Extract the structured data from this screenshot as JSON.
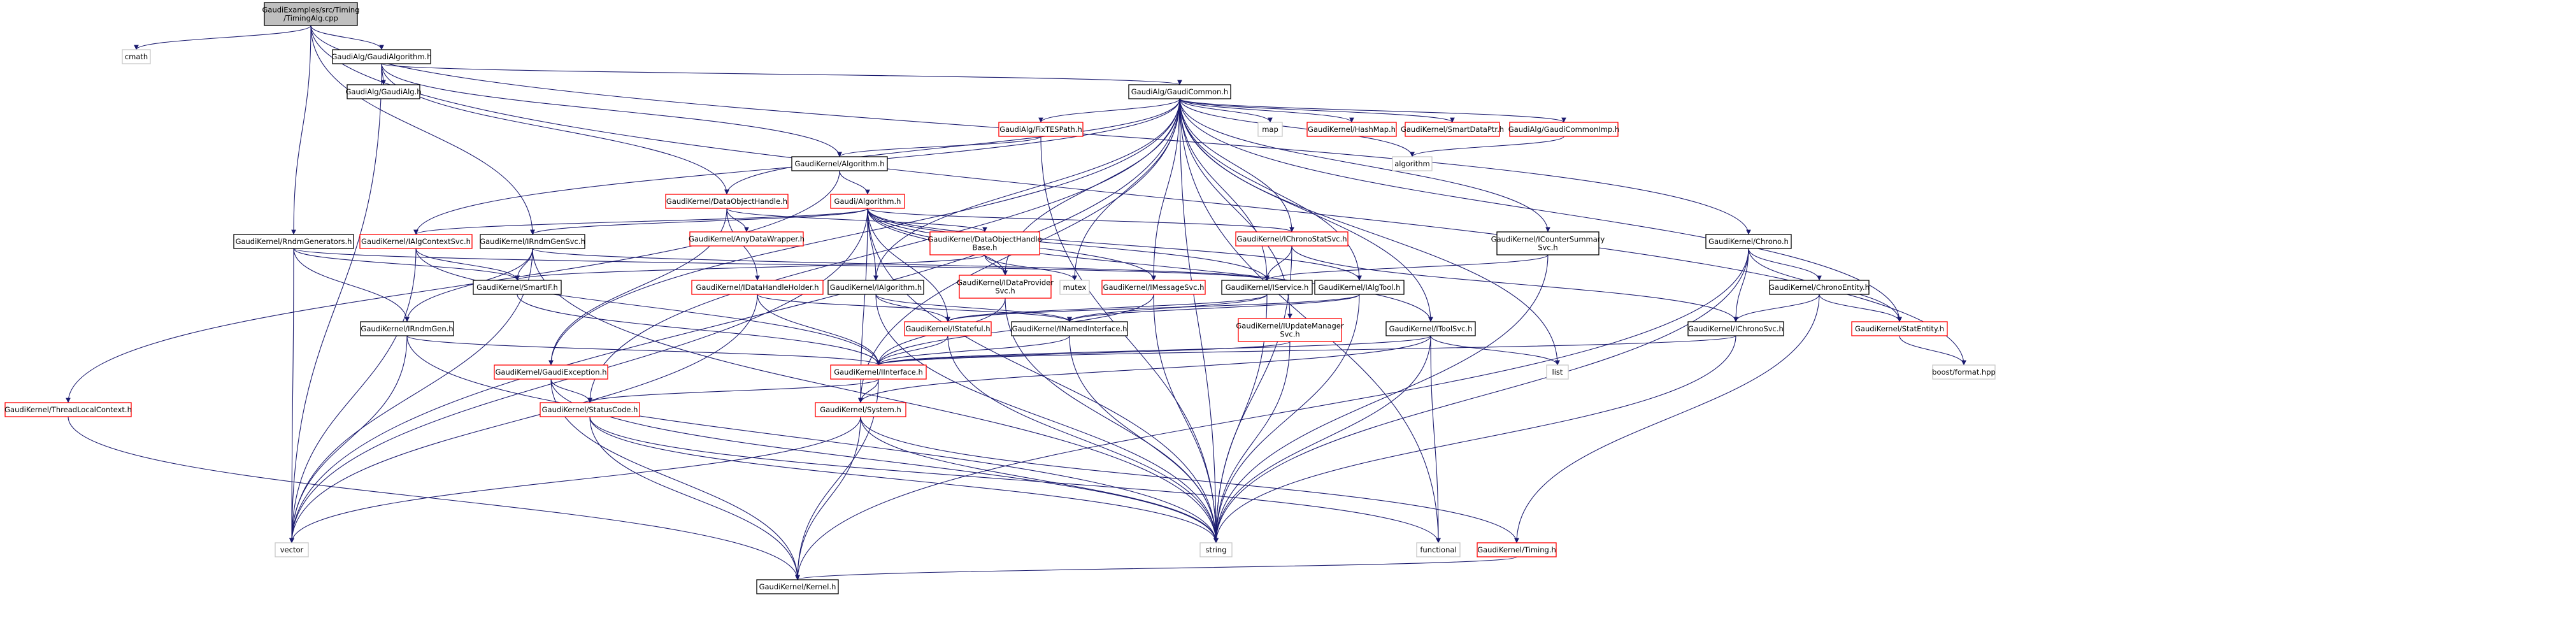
{
  "graph": {
    "colors": {
      "edge": "#1a1a6e",
      "border_default": "#000000",
      "border_missing": "#c8c8c8",
      "border_truncated": "#ff0000",
      "root_fill": "#bfbfbf"
    },
    "nodes": [
      {
        "id": "root",
        "lines": [
          "GaudiExamples/src/Timing",
          "/TimingAlg.cpp"
        ],
        "style": "root"
      },
      {
        "id": "cmath",
        "lines": [
          "cmath"
        ],
        "style": "missing"
      },
      {
        "id": "gaudialgorithm",
        "lines": [
          "GaudiAlg/GaudiAlgorithm.h"
        ],
        "style": "normal"
      },
      {
        "id": "gaudialg",
        "lines": [
          "GaudiAlg/GaudiAlg.h"
        ],
        "style": "normal"
      },
      {
        "id": "gaudicommon",
        "lines": [
          "GaudiAlg/GaudiCommon.h"
        ],
        "style": "normal"
      },
      {
        "id": "map",
        "lines": [
          "map"
        ],
        "style": "missing"
      },
      {
        "id": "hashmap",
        "lines": [
          "GaudiKernel/HashMap.h"
        ],
        "style": "truncated"
      },
      {
        "id": "smartdataptr",
        "lines": [
          "GaudiKernel/SmartDataPtr.h"
        ],
        "style": "truncated"
      },
      {
        "id": "gaudicommonimp",
        "lines": [
          "GaudiAlg/GaudiCommonImp.h"
        ],
        "style": "truncated"
      },
      {
        "id": "fixtespath",
        "lines": [
          "GaudiAlg/FixTESPath.h"
        ],
        "style": "truncated"
      },
      {
        "id": "algorithm_h",
        "lines": [
          "GaudiKernel/Algorithm.h"
        ],
        "style": "normal"
      },
      {
        "id": "algorithm_std",
        "lines": [
          "algorithm"
        ],
        "style": "missing"
      },
      {
        "id": "dataobjecthandle",
        "lines": [
          "GaudiKernel/DataObjectHandle.h"
        ],
        "style": "truncated"
      },
      {
        "id": "anydatawrapper",
        "lines": [
          "GaudiKernel/AnyDataWrapper.h"
        ],
        "style": "truncated"
      },
      {
        "id": "gaudi_algorithm",
        "lines": [
          "Gaudi/Algorithm.h"
        ],
        "style": "truncated"
      },
      {
        "id": "dataobjecthandlebase",
        "lines": [
          "GaudiKernel/DataObjectHandle",
          "Base.h"
        ],
        "style": "truncated"
      },
      {
        "id": "ichronostatsvc",
        "lines": [
          "GaudiKernel/IChronoStatSvc.h"
        ],
        "style": "truncated"
      },
      {
        "id": "icountersummarysvc",
        "lines": [
          "GaudiKernel/ICounterSummary",
          "Svc.h"
        ],
        "style": "normal"
      },
      {
        "id": "rndmgenerators",
        "lines": [
          "GaudiKernel/RndmGenerators.h"
        ],
        "style": "normal"
      },
      {
        "id": "ialgcontextsvc",
        "lines": [
          "GaudiKernel/IAlgContextSvc.h"
        ],
        "style": "truncated"
      },
      {
        "id": "irndmgensvc",
        "lines": [
          "GaudiKernel/IRndmGenSvc.h"
        ],
        "style": "normal"
      },
      {
        "id": "idataprovidersvc",
        "lines": [
          "GaudiKernel/IDataProvider",
          "Svc.h"
        ],
        "style": "truncated"
      },
      {
        "id": "mutex",
        "lines": [
          "mutex"
        ],
        "style": "missing"
      },
      {
        "id": "imessagesvc",
        "lines": [
          "GaudiKernel/IMessageSvc.h"
        ],
        "style": "truncated"
      },
      {
        "id": "iservice",
        "lines": [
          "GaudiKernel/IService.h"
        ],
        "style": "normal"
      },
      {
        "id": "ialgtool",
        "lines": [
          "GaudiKernel/IAlgTool.h"
        ],
        "style": "normal"
      },
      {
        "id": "smartif",
        "lines": [
          "GaudiKernel/SmartIF.h"
        ],
        "style": "normal"
      },
      {
        "id": "idatahandleholder",
        "lines": [
          "GaudiKernel/IDataHandleHolder.h"
        ],
        "style": "truncated"
      },
      {
        "id": "ialgorithm",
        "lines": [
          "GaudiKernel/IAlgorithm.h"
        ],
        "style": "normal"
      },
      {
        "id": "istateful",
        "lines": [
          "GaudiKernel/IStateful.h"
        ],
        "style": "truncated"
      },
      {
        "id": "inamedinterface",
        "lines": [
          "GaudiKernel/INamedInterface.h"
        ],
        "style": "normal"
      },
      {
        "id": "iupdatemanagersvc",
        "lines": [
          "GaudiKernel/IUpdateManager",
          "Svc.h"
        ],
        "style": "truncated"
      },
      {
        "id": "itoolsvc",
        "lines": [
          "GaudiKernel/IToolSvc.h"
        ],
        "style": "normal"
      },
      {
        "id": "irndmgen",
        "lines": [
          "GaudiKernel/IRndmGen.h"
        ],
        "style": "normal"
      },
      {
        "id": "chrono",
        "lines": [
          "GaudiKernel/Chrono.h"
        ],
        "style": "normal"
      },
      {
        "id": "chronoentity",
        "lines": [
          "GaudiKernel/ChronoEntity.h"
        ],
        "style": "normal"
      },
      {
        "id": "ichronosvc",
        "lines": [
          "GaudiKernel/IChronoSvc.h"
        ],
        "style": "normal"
      },
      {
        "id": "statentity",
        "lines": [
          "GaudiKernel/StatEntity.h"
        ],
        "style": "truncated"
      },
      {
        "id": "boostformat",
        "lines": [
          "boost/format.hpp"
        ],
        "style": "missing"
      },
      {
        "id": "list",
        "lines": [
          "list"
        ],
        "style": "missing"
      },
      {
        "id": "gaudiexception",
        "lines": [
          "GaudiKernel/GaudiException.h"
        ],
        "style": "truncated"
      },
      {
        "id": "iinterface",
        "lines": [
          "GaudiKernel/IInterface.h"
        ],
        "style": "truncated"
      },
      {
        "id": "threadlocalcontext",
        "lines": [
          "GaudiKernel/ThreadLocalContext.h"
        ],
        "style": "truncated"
      },
      {
        "id": "statuscode",
        "lines": [
          "GaudiKernel/StatusCode.h"
        ],
        "style": "truncated"
      },
      {
        "id": "system",
        "lines": [
          "GaudiKernel/System.h"
        ],
        "style": "truncated"
      },
      {
        "id": "vector",
        "lines": [
          "vector"
        ],
        "style": "missing"
      },
      {
        "id": "string",
        "lines": [
          "string"
        ],
        "style": "missing"
      },
      {
        "id": "functional",
        "lines": [
          "functional"
        ],
        "style": "missing"
      },
      {
        "id": "timing",
        "lines": [
          "GaudiKernel/Timing.h"
        ],
        "style": "truncated"
      },
      {
        "id": "kernel",
        "lines": [
          "GaudiKernel/Kernel.h"
        ],
        "style": "normal"
      }
    ],
    "edges": [
      [
        "root",
        "cmath"
      ],
      [
        "root",
        "gaudialgorithm"
      ],
      [
        "root",
        "rndmgenerators"
      ],
      [
        "root",
        "irndmgensvc"
      ],
      [
        "root",
        "chrono"
      ],
      [
        "root",
        "boostformat"
      ],
      [
        "gaudialgorithm",
        "gaudialg"
      ],
      [
        "gaudialgorithm",
        "gaudicommon"
      ],
      [
        "gaudialgorithm",
        "algorithm_h"
      ],
      [
        "gaudialgorithm",
        "dataobjecthandle"
      ],
      [
        "gaudialgorithm",
        "vector"
      ],
      [
        "gaudicommon",
        "map"
      ],
      [
        "gaudicommon",
        "hashmap"
      ],
      [
        "gaudicommon",
        "smartdataptr"
      ],
      [
        "gaudicommon",
        "gaudicommonimp"
      ],
      [
        "gaudicommon",
        "fixtespath"
      ],
      [
        "gaudicommon",
        "algorithm_std"
      ],
      [
        "gaudicommon",
        "dataobjecthandle"
      ],
      [
        "gaudicommon",
        "ichronostatsvc"
      ],
      [
        "gaudicommon",
        "icountersummarysvc"
      ],
      [
        "gaudicommon",
        "ialgcontextsvc"
      ],
      [
        "gaudicommon",
        "idataprovidersvc"
      ],
      [
        "gaudicommon",
        "mutex"
      ],
      [
        "gaudicommon",
        "imessagesvc"
      ],
      [
        "gaudicommon",
        "iservice"
      ],
      [
        "gaudicommon",
        "ialgtool"
      ],
      [
        "gaudicommon",
        "ialgorithm"
      ],
      [
        "gaudicommon",
        "iupdatemanagersvc"
      ],
      [
        "gaudicommon",
        "itoolsvc"
      ],
      [
        "gaudicommon",
        "statentity"
      ],
      [
        "gaudicommon",
        "list"
      ],
      [
        "gaudicommon",
        "gaudiexception"
      ],
      [
        "gaudicommon",
        "statuscode"
      ],
      [
        "gaudicommon",
        "system"
      ],
      [
        "gaudicommon",
        "vector"
      ],
      [
        "gaudicommon",
        "string"
      ],
      [
        "gaudicommon",
        "functional"
      ],
      [
        "gaudicommonimp",
        "algorithm_std"
      ],
      [
        "fixtespath",
        "algorithm_h"
      ],
      [
        "fixtespath",
        "string"
      ],
      [
        "algorithm_h",
        "gaudi_algorithm"
      ],
      [
        "algorithm_h",
        "threadlocalcontext"
      ],
      [
        "dataobjecthandle",
        "anydatawrapper"
      ],
      [
        "dataobjecthandle",
        "dataobjecthandlebase"
      ],
      [
        "dataobjecthandle",
        "idatahandleholder"
      ],
      [
        "dataobjecthandle",
        "gaudiexception"
      ],
      [
        "gaudi_algorithm",
        "ialgcontextsvc"
      ],
      [
        "gaudi_algorithm",
        "irndmgensvc"
      ],
      [
        "gaudi_algorithm",
        "ialgorithm"
      ],
      [
        "gaudi_algorithm",
        "idataprovidersvc"
      ],
      [
        "gaudi_algorithm",
        "imessagesvc"
      ],
      [
        "gaudi_algorithm",
        "iservice"
      ],
      [
        "gaudi_algorithm",
        "ialgtool"
      ],
      [
        "gaudi_algorithm",
        "ichronostatsvc"
      ],
      [
        "gaudi_algorithm",
        "itoolsvc"
      ],
      [
        "gaudi_algorithm",
        "istateful"
      ],
      [
        "gaudi_algorithm",
        "system"
      ],
      [
        "gaudi_algorithm",
        "vector"
      ],
      [
        "gaudi_algorithm",
        "string"
      ],
      [
        "dataobjecthandlebase",
        "idataprovidersvc"
      ],
      [
        "dataobjecthandlebase",
        "smartif"
      ],
      [
        "dataobjecthandlebase",
        "mutex"
      ],
      [
        "ichronostatsvc",
        "iservice"
      ],
      [
        "ichronostatsvc",
        "ichronosvc"
      ],
      [
        "ichronostatsvc",
        "string"
      ],
      [
        "icountersummarysvc",
        "iservice"
      ],
      [
        "icountersummarysvc",
        "string"
      ],
      [
        "rndmgenerators",
        "smartif"
      ],
      [
        "rndmgenerators",
        "irndmgen"
      ],
      [
        "rndmgenerators",
        "iservice"
      ],
      [
        "rndmgenerators",
        "vector"
      ],
      [
        "ialgcontextsvc",
        "smartif"
      ],
      [
        "ialgcontextsvc",
        "iinterface"
      ],
      [
        "ialgcontextsvc",
        "vector"
      ],
      [
        "irndmgensvc",
        "smartif"
      ],
      [
        "irndmgensvc",
        "irndmgen"
      ],
      [
        "irndmgensvc",
        "iservice"
      ],
      [
        "irndmgensvc",
        "vector"
      ],
      [
        "irndmgensvc",
        "string"
      ],
      [
        "idataprovidersvc",
        "iinterface"
      ],
      [
        "idataprovidersvc",
        "string"
      ],
      [
        "imessagesvc",
        "iinterface"
      ],
      [
        "imessagesvc",
        "string"
      ],
      [
        "iservice",
        "inamedinterface"
      ],
      [
        "iservice",
        "istateful"
      ],
      [
        "iservice",
        "string"
      ],
      [
        "ialgtool",
        "inamedinterface"
      ],
      [
        "ialgtool",
        "istateful"
      ],
      [
        "ialgtool",
        "string"
      ],
      [
        "smartif",
        "iinterface"
      ],
      [
        "idatahandleholder",
        "iinterface"
      ],
      [
        "idatahandleholder",
        "inamedinterface"
      ],
      [
        "idatahandleholder",
        "vector"
      ],
      [
        "ialgorithm",
        "istateful"
      ],
      [
        "ialgorithm",
        "inamedinterface"
      ],
      [
        "ialgorithm",
        "string"
      ],
      [
        "istateful",
        "iinterface"
      ],
      [
        "istateful",
        "string"
      ],
      [
        "inamedinterface",
        "iinterface"
      ],
      [
        "inamedinterface",
        "string"
      ],
      [
        "iupdatemanagersvc",
        "iinterface"
      ],
      [
        "iupdatemanagersvc",
        "string"
      ],
      [
        "itoolsvc",
        "iinterface"
      ],
      [
        "itoolsvc",
        "system"
      ],
      [
        "itoolsvc",
        "list"
      ],
      [
        "itoolsvc",
        "string"
      ],
      [
        "itoolsvc",
        "functional"
      ],
      [
        "irndmgen",
        "iinterface"
      ],
      [
        "irndmgen",
        "vector"
      ],
      [
        "irndmgen",
        "string"
      ],
      [
        "chrono",
        "chronoentity"
      ],
      [
        "chrono",
        "ichronosvc"
      ],
      [
        "chrono",
        "statentity"
      ],
      [
        "chrono",
        "kernel"
      ],
      [
        "chrono",
        "string"
      ],
      [
        "chronoentity",
        "ichronosvc"
      ],
      [
        "chronoentity",
        "statentity"
      ],
      [
        "chronoentity",
        "timing"
      ],
      [
        "ichronosvc",
        "iinterface"
      ],
      [
        "ichronosvc",
        "string"
      ],
      [
        "statentity",
        "boostformat"
      ],
      [
        "gaudiexception",
        "statuscode"
      ],
      [
        "gaudiexception",
        "kernel"
      ],
      [
        "gaudiexception",
        "string"
      ],
      [
        "iinterface",
        "statuscode"
      ],
      [
        "iinterface",
        "system"
      ],
      [
        "iinterface",
        "kernel"
      ],
      [
        "threadlocalcontext",
        "kernel"
      ],
      [
        "statuscode",
        "string"
      ],
      [
        "statuscode",
        "kernel"
      ],
      [
        "statuscode",
        "functional"
      ],
      [
        "system",
        "vector"
      ],
      [
        "system",
        "string"
      ],
      [
        "system",
        "timing"
      ],
      [
        "system",
        "kernel"
      ],
      [
        "timing",
        "kernel"
      ]
    ]
  }
}
